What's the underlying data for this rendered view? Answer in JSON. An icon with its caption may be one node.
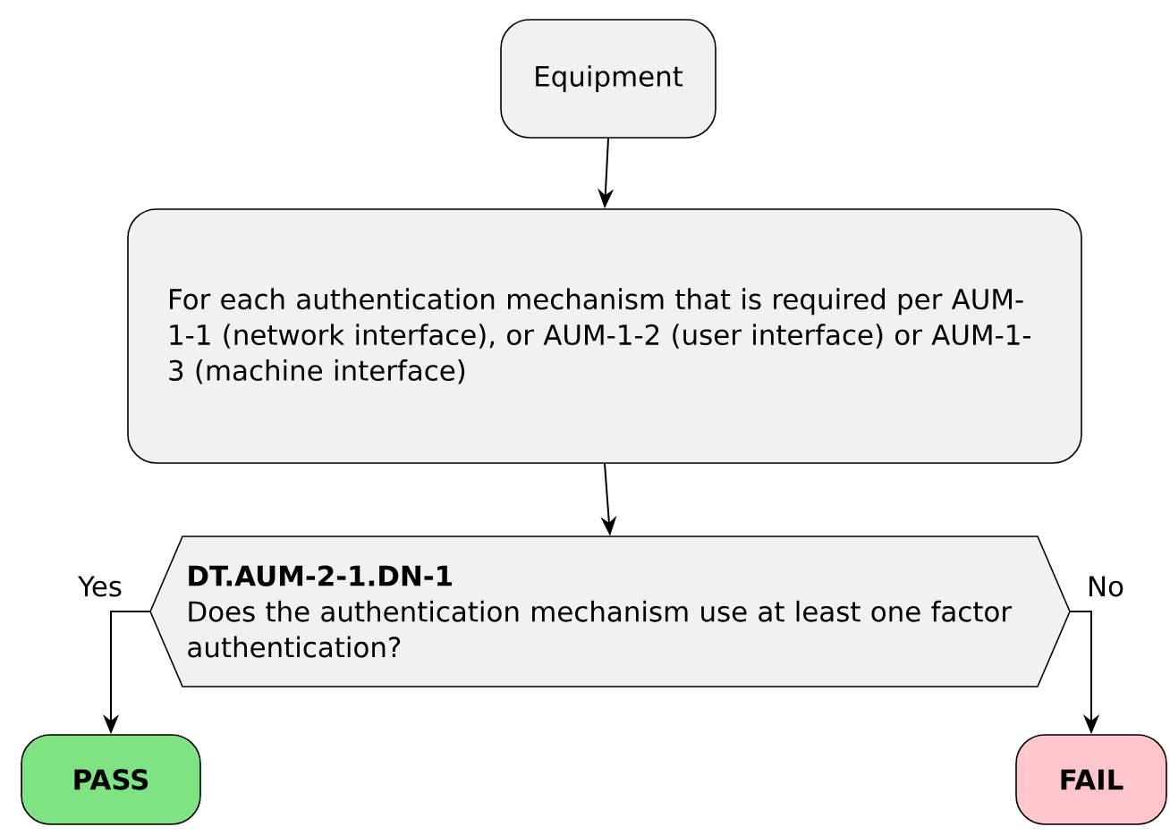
{
  "diagram": {
    "nodes": [
      {
        "text": [
          "Equipment"
        ]
      },
      {
        "text": [
          "For each authentication mechanism that is required per AUM-1-1 (network interface), or AUM-1-2 (user interface) or AUM-1-3 (machine interface)"
        ]
      },
      {
        "text": [
          "DT.AUM-2-1.DN-1",
          "Does the authentication mechanism use at least one factor authentication?"
        ]
      },
      {
        "text": [
          "PASS"
        ]
      },
      {
        "text": [
          "FAIL"
        ]
      }
    ],
    "edges": [
      {
        "from": 0,
        "to": 1,
        "arrow": "to"
      },
      {
        "from": 1,
        "to": 2,
        "arrow": "to"
      },
      {
        "from": 2,
        "to": 3,
        "arrow": "to",
        "label": "Yes"
      },
      {
        "from": 2,
        "to": 4,
        "arrow": "to",
        "label": "No"
      }
    ]
  }
}
